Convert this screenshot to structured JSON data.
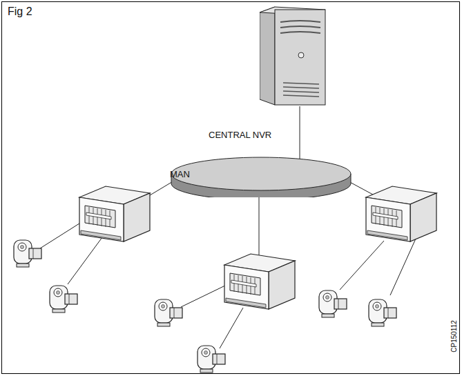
{
  "diagram": {
    "nodes": [
      {
        "text": [
          "CENTRAL NVR"
        ]
      },
      {
        "text": [
          "MAN"
        ]
      }
    ],
    "edges": [
      {
        "from": 0,
        "to": 1,
        "arrow": "none"
      }
    ],
    "labels": [
      "Fig 2",
      "CP150112"
    ]
  }
}
